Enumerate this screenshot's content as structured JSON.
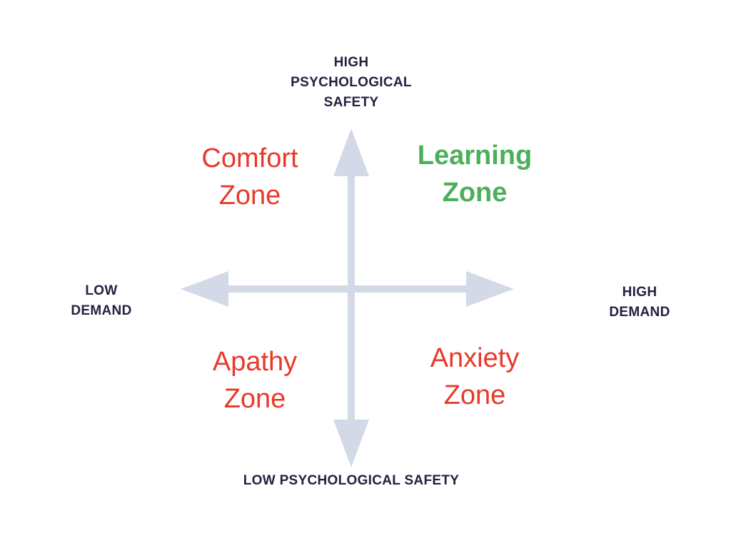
{
  "axes": {
    "top": [
      "HIGH",
      "PSYCHOLOGICAL",
      "SAFETY"
    ],
    "bottom": "LOW PSYCHOLOGICAL SAFETY",
    "left": [
      "LOW",
      "DEMAND"
    ],
    "right": [
      "HIGH",
      "DEMAND"
    ]
  },
  "zones": {
    "comfort": [
      "Comfort",
      "Zone"
    ],
    "learning": [
      "Learning",
      "Zone"
    ],
    "apathy": [
      "Apathy",
      "Zone"
    ],
    "anxiety": [
      "Anxiety",
      "Zone"
    ]
  },
  "colors": {
    "arrow": "#d3d9e6",
    "axis_text": "#23213f",
    "zone_red": "#e8392a",
    "zone_green": "#4caf5a"
  }
}
